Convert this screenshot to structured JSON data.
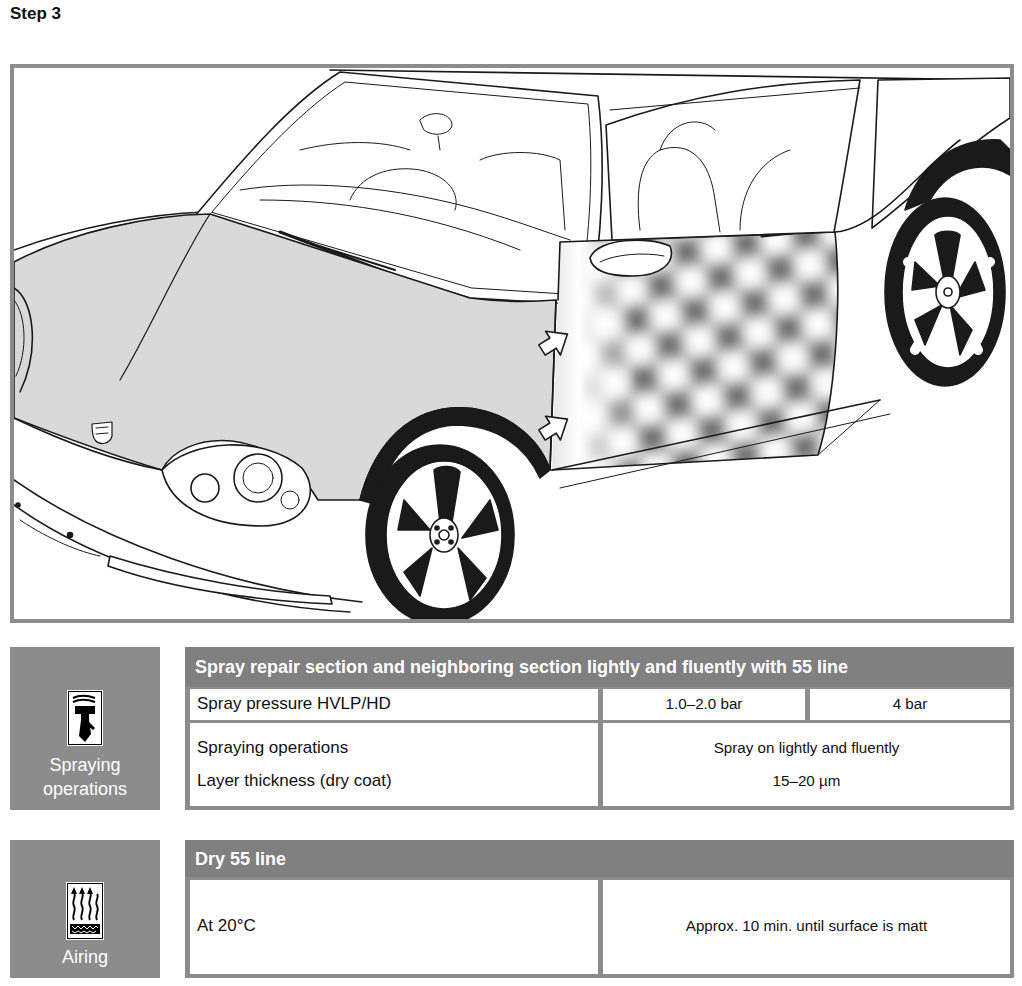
{
  "diagram": {
    "title": "Step 3",
    "nodes": [
      {
        "text": [
          "Spraying operations"
        ]
      },
      {
        "text": [
          "Spray repair section and neighboring section lightly and fluently with 55 line"
        ]
      },
      {
        "text": [
          "Airing"
        ]
      },
      {
        "text": [
          "Dry 55 line"
        ]
      }
    ],
    "labels": [
      "Spray pressure HVLP/HD",
      "1.0–2.0 bar",
      "4 bar",
      "Spraying operations",
      "Layer thickness (dry coat)",
      "Spray on lightly and fluently",
      "15–20 µm",
      "At 20°C",
      "Approx. 10 min. until surface is matt"
    ]
  }
}
